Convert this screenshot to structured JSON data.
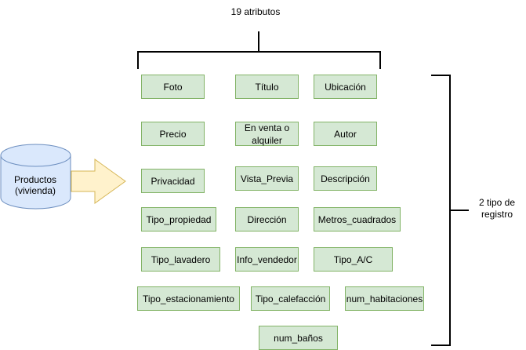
{
  "diagram": {
    "header_label": "19 atributos",
    "side_label": "2 tipo de registro",
    "database_label": "Productos (vivienda)",
    "attributes": [
      "Foto",
      "Título",
      "Ubicación",
      "Precio",
      "En venta o alquiler",
      "Autor",
      "Privacidad",
      "Vista_Previa",
      "Descripción",
      "Tipo_propiedad",
      "Dirección",
      "Metros_cuadrados",
      "Tipo_lavadero",
      "Info_vendedor",
      "Tipo_A/C",
      "Tipo_estacionamiento",
      "Tipo_calefacción",
      "num_habitaciones",
      "num_baños"
    ]
  },
  "colors": {
    "box_fill": "#d5e8d4",
    "box_stroke": "#82b366",
    "arrow_fill": "#fff2cc",
    "arrow_stroke": "#d6b656",
    "db_fill": "#dae8fc",
    "db_stroke": "#6c8ebf"
  }
}
